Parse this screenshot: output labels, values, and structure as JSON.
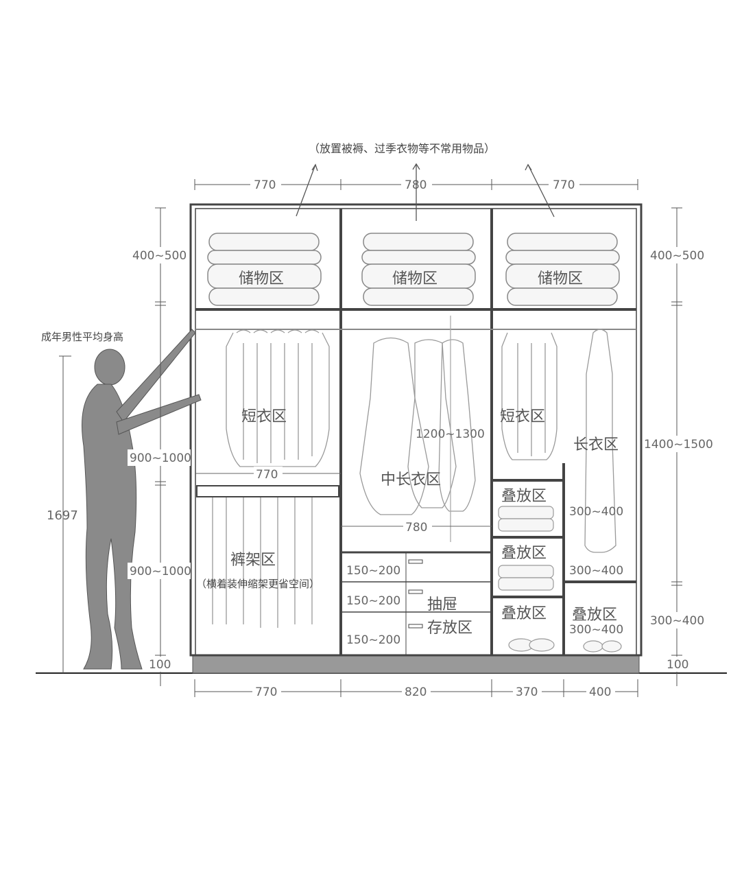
{
  "title_note": "（放置被褥、过季衣物等不常用物品）",
  "person_label": "成年男性平均身高",
  "person_height": "1697",
  "top_dims": [
    "770",
    "780",
    "770"
  ],
  "bottom_dims": [
    "770",
    "820",
    "370",
    "400"
  ],
  "left_dims": {
    "top": "400~500",
    "middle": "900~1000",
    "lower": "900~1000",
    "base": "100"
  },
  "right_dims": {
    "top": "400~500",
    "middle": "1400~1500",
    "lower": "300~400",
    "base": "100"
  },
  "zones": {
    "storage": "储物区",
    "short_left": "短衣区",
    "pants": "裤架区",
    "pants_note": "（横着装伸缩架更省空间）",
    "mid_long": "中长衣区",
    "drawer1": "抽屉",
    "drawer2": "存放区",
    "short_right": "短衣区",
    "long": "长衣区",
    "fold": "叠放区"
  },
  "inner_dims": {
    "rod_left_width": "770",
    "midlong_height": "1200~1300",
    "midlong_width": "780",
    "drawer_heights": [
      "150~200",
      "150~200",
      "150~200"
    ],
    "fold_heights": [
      "300~400",
      "300~400",
      "300~400"
    ]
  }
}
